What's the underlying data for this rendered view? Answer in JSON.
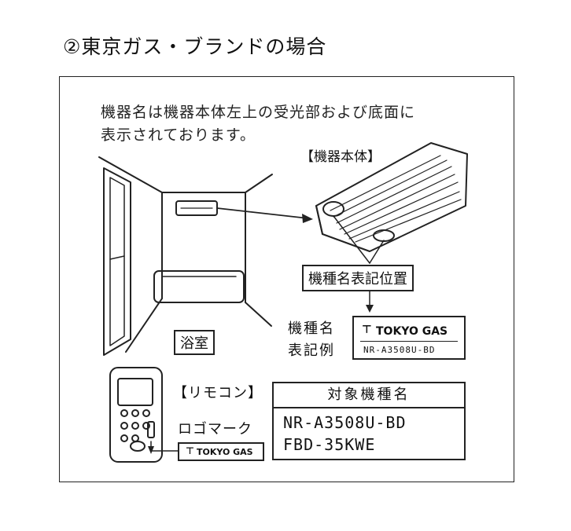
{
  "heading": "②東京ガス・ブランドの場合",
  "instruction": [
    "機器名は機器本体左上の受光部および底面に",
    "表示されております。"
  ],
  "unit_label": "【機器本体】",
  "position_label": "機種名表記位置",
  "example_label": [
    "機種名",
    "表記例"
  ],
  "bathroom_label": "浴室",
  "unit_logo": {
    "brand": "TOKYO GAS",
    "model": "NR-A3508U-BD"
  },
  "remote": {
    "title": "【リモコン】",
    "logo_label": "ロゴマーク",
    "logo_brand": "TOKYO GAS"
  },
  "models_table": {
    "header": "対象機種名",
    "models": [
      "NR-A3508U-BD",
      "FBD-35KWE"
    ]
  }
}
